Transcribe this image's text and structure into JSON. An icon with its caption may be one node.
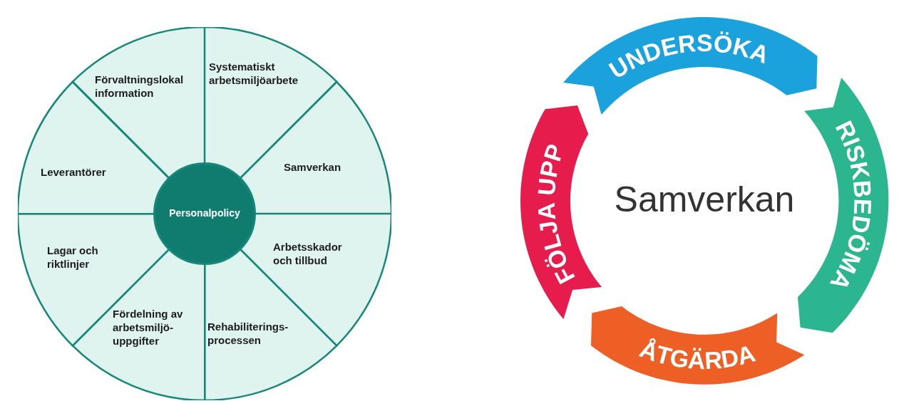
{
  "diagram": {
    "nodes": [
      {
        "text": [],
        "shape": "circle"
      },
      {
        "text": [
          "Förvaltningslokal information"
        ],
        "in": 0
      },
      {
        "text": [
          "Systematiskt arbetsmiljöarbete"
        ],
        "in": 0
      },
      {
        "text": [
          "Samverkan"
        ],
        "in": 0
      },
      {
        "text": [
          "Arbetsskador och tillbud"
        ],
        "in": 0
      },
      {
        "text": [
          "Rehabiliterings- processen"
        ],
        "in": 0
      },
      {
        "text": [
          "Fördelning av arbetsmiljö- uppgifter"
        ],
        "in": 0
      },
      {
        "text": [
          "Lagar och riktlinjer"
        ],
        "in": 0
      },
      {
        "text": [
          "Leverantörer"
        ],
        "in": 0
      },
      {
        "text": [
          "Personalpolicy"
        ],
        "in": 0
      },
      {
        "text": [
          "UNDERSÖKA"
        ]
      },
      {
        "text": [
          "RISKBEDÖMA"
        ]
      },
      {
        "text": [
          "ÅTGÄRDA"
        ]
      },
      {
        "text": [
          "FÖLJA UPP"
        ]
      }
    ],
    "labels": [
      "Samverkan"
    ]
  }
}
